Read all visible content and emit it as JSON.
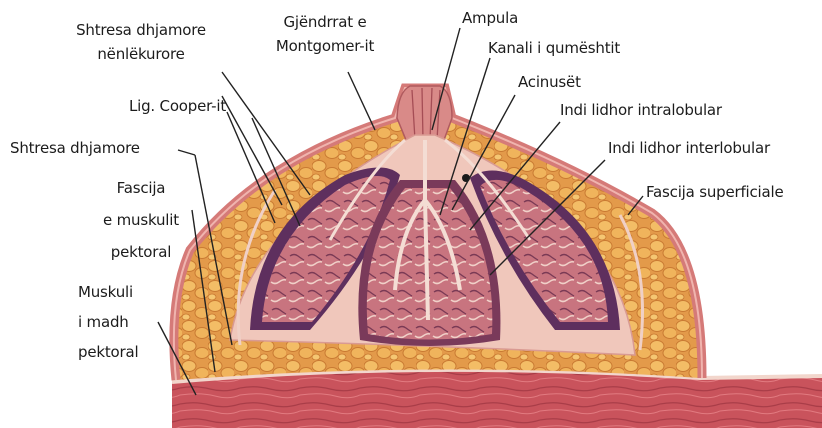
{
  "labels": {
    "shtresa_nenlekurore_1": "Shtresa dhjamore",
    "shtresa_nenlekurore_2": "nënlëkurore",
    "gjendrrat_1": "Gjëndrrat e",
    "gjendrrat_2": "Montgomer-it",
    "ampula": "Ampula",
    "kanali": "Kanali i qumështit",
    "acinuset": "Acinusët",
    "intralobular": "Indi lidhor intralobular",
    "interlobular": "Indi lidhor interlobular",
    "fascija_superficiale": "Fascija superficiale",
    "lig_cooper": "Lig. Cooper-it",
    "shtresa_dhjamore": "Shtresa dhjamore",
    "fascija_musk_1": "Fascija",
    "fascija_musk_2": "e muskulit",
    "fascija_musk_3": "pektoral",
    "muskuli_1": "Muskuli",
    "muskuli_2": "i madh",
    "muskuli_3": "pektoral"
  },
  "colors": {
    "skin": "#d77c7a",
    "skin_dark": "#b85a5e",
    "fat": "#e8a24e",
    "fat_light": "#f2c06a",
    "connective": "#f0c8bd",
    "lobule_dark": "#6a3a6a",
    "lobule_light": "#c2707c",
    "muscle": "#c8505a",
    "muscle_dark": "#a53a46",
    "leader": "#222222"
  }
}
